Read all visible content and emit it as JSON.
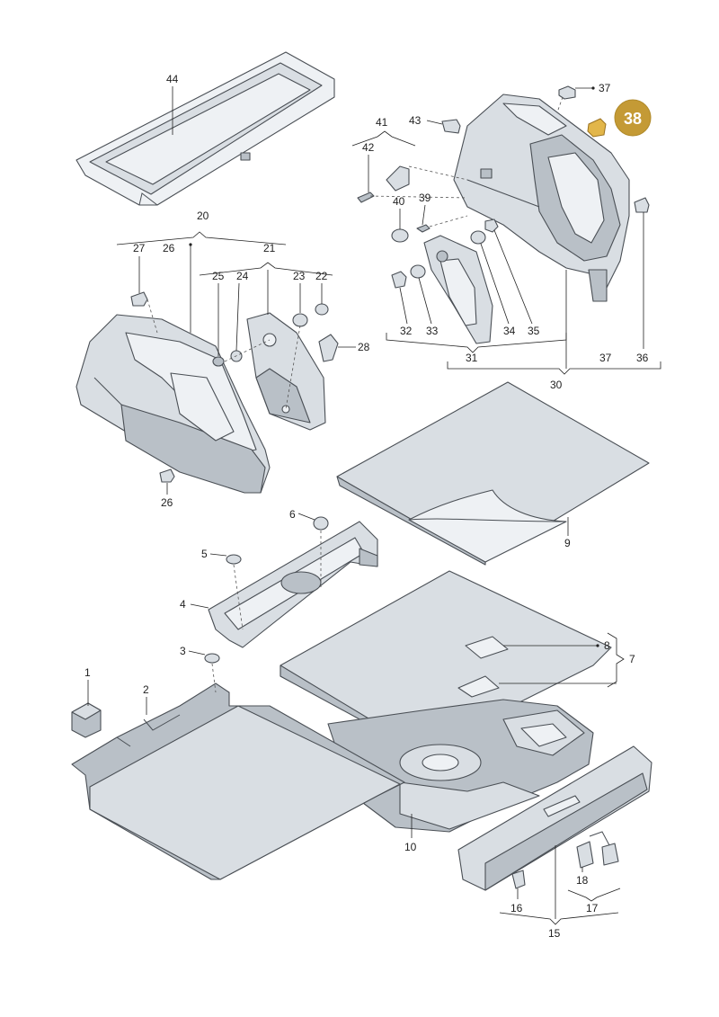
{
  "labels": {
    "l1": "1",
    "l2": "2",
    "l3": "3",
    "l4": "4",
    "l5": "5",
    "l6": "6",
    "l7": "7",
    "l8": "8",
    "l9": "9",
    "l10": "10",
    "l15": "15",
    "l16": "16",
    "l17": "17",
    "l18": "18",
    "l20": "20",
    "l21": "21",
    "l22": "22",
    "l23": "23",
    "l24": "24",
    "l25": "25",
    "l26a": "26",
    "l26b": "26",
    "l27": "27",
    "l28": "28",
    "l30": "30",
    "l31": "31",
    "l32": "32",
    "l33": "33",
    "l34": "34",
    "l35": "35",
    "l36": "36",
    "l37a": "37",
    "l37b": "37",
    "l39": "39",
    "l40": "40",
    "l41": "41",
    "l42": "42",
    "l43": "43",
    "l44": "44"
  },
  "highlight": {
    "number": "38",
    "color": "#c49a35"
  }
}
